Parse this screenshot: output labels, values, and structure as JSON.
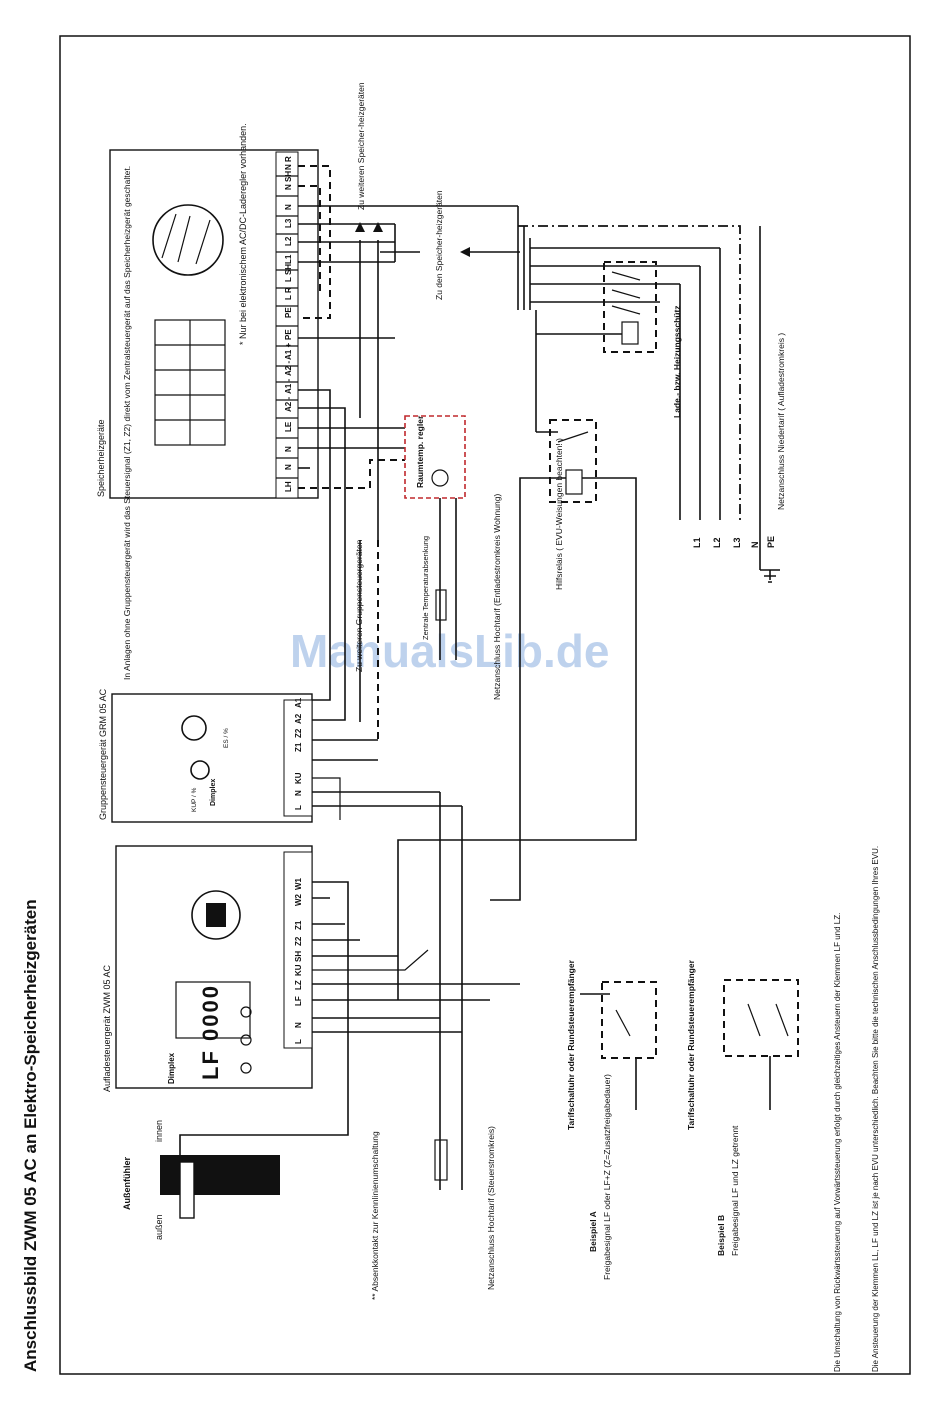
{
  "page_title": "Anschlussbild ZWM 05 AC an Elektro-Speicherheizgeräten",
  "watermark": "ManualsLib.de",
  "devices": {
    "storage_heaters": "Speicherheizgeräte",
    "group_controller": "Gruppensteuergerät GRM 05 AC",
    "charge_controller": "Aufladesteuergerät ZWM 05 AC",
    "outdoor_sensor": "Außenfühler",
    "inside": "innen",
    "outside": "außen"
  },
  "heater_terminals": [
    "LH",
    "N",
    "N",
    "LE",
    "A2 -",
    "A1 -",
    "A2 -",
    "A1 +",
    "PE",
    "PE",
    "L R",
    "L SH",
    "L1",
    "L2",
    "L3",
    "N",
    "N SH",
    "N R"
  ],
  "controller_terminals": [
    "L",
    "N",
    "LF",
    "LZ",
    "KU",
    "SH",
    "Z2",
    "Z1",
    "W2",
    "W1"
  ],
  "group_terminals": [
    "L",
    "N",
    "KU",
    "Z1",
    "Z2",
    "A2",
    "A1"
  ],
  "notes": {
    "asterisk_note": "* Nur bei elektronischem AC/DC-Laderegler vorhanden.",
    "group_note": "In Anlagen ohne Gruppensteuergerät wird das Steuersignal (Z1, Z2) direkt vom Zentralsteuergerät auf das Speicherheizgerät geschaltet.",
    "more_heaters": "Zu weiteren Speicher-heizgeräten",
    "to_heaters": "Zu den Speicher-heizgeräten",
    "more_group": "Zu weiteren Gruppensteuergeräten",
    "absenk": "** Absenkkontakt zur Kennlinienumschaltung",
    "room_thermostat": "Raumtemp. regler",
    "central_temp": "Zentrale Temperaturabsenkung",
    "mains_high": "Netzanschluss Hochtarif (Entladestromkreis Wohnung)",
    "mains_low": "Netzanschluss Niedertarif ( Aufladestromkreis )",
    "relay": "Hilfsrelais ( EVU-Weisungen beachten! )",
    "contactor": "Lade.- bzw. Heizungsschütz",
    "mains_control": "Netzanschluss Hochtarif (Steuerstromkreis)",
    "tariff_a": "Tarifschaltuhr oder Rundsteuerempfänger",
    "tariff_b": "Tarifschaltuhr oder Rundsteuerempfänger",
    "example_a_title": "Beispiel A",
    "example_a": "Freigabesignal LF oder LF+Z (Z=Zusatzfreigabedauer)",
    "example_b_title": "Beispiel B",
    "example_b": "Freigabesignal LF und LZ getrennt",
    "footer1": "Die Umschaltung von Rückwärtssteuerung auf Vorwärtssteuerung erfolgt durch gleichzeitiges Ansteuern der Klemmen LF und LZ.",
    "footer2": "Die Ansteuerung der Klemmen LL, LF und LZ ist je nach EVU unterschiedlich. Beachten Sie bitte die technischen Anschlussbedingungen Ihres EVU."
  },
  "mains_labels": [
    "L1",
    "L2",
    "L3",
    "N",
    "PE"
  ],
  "controller_display": "LF 0000",
  "brand": "Dimplex",
  "group_dial": {
    "kup": "KUP / %",
    "es": "ES / %"
  },
  "colors": {
    "line": "#111111",
    "red_dash": "#c0282d",
    "watermark": "#a9c3e8"
  }
}
